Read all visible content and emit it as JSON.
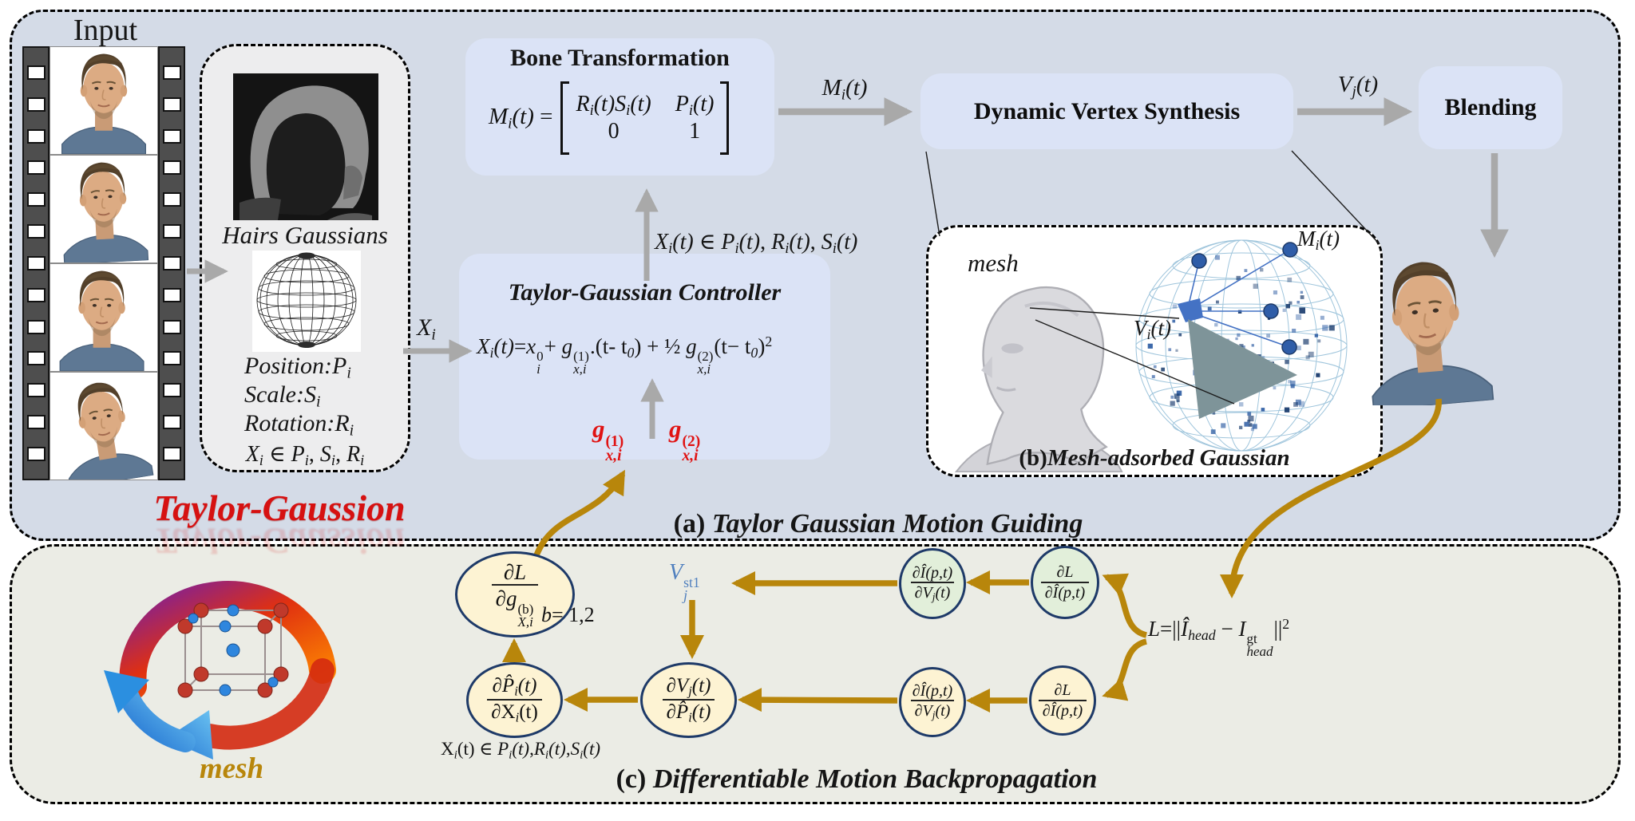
{
  "panel_a": {
    "caption_prefix": "(a)",
    "caption_text": " Taylor Gaussian Motion Guiding",
    "brand": "Taylor-Gaussion",
    "input": {
      "label": "Input"
    },
    "hairs": {
      "title": "Hairs Gaussians",
      "position": [
        [
          "i",
          "Position:P"
        ],
        [
          "d",
          "i"
        ]
      ],
      "scale": [
        [
          "i",
          "Scale:S"
        ],
        [
          "d",
          "i"
        ]
      ],
      "rotation": [
        [
          "i",
          "Rotation:R"
        ],
        [
          "d",
          "i"
        ]
      ],
      "membership": [
        [
          "i",
          "X"
        ],
        [
          "d",
          "i"
        ],
        [
          "n",
          " ∈ "
        ],
        [
          "i",
          "P"
        ],
        [
          "d",
          "i"
        ],
        [
          "n",
          ", "
        ],
        [
          "i",
          "S"
        ],
        [
          "d",
          "i"
        ],
        [
          "n",
          ", "
        ],
        [
          "i",
          "R"
        ],
        [
          "d",
          "i"
        ]
      ]
    },
    "bone": {
      "title": "Bone Transformation",
      "lhs": [
        [
          "i",
          "M"
        ],
        [
          "d",
          "i"
        ],
        [
          "i",
          "(t)"
        ],
        [
          "n",
          " ="
        ]
      ],
      "m00": [
        [
          "i",
          "R"
        ],
        [
          "d",
          "i"
        ],
        [
          "i",
          "(t)S"
        ],
        [
          "d",
          "i"
        ],
        [
          "i",
          "(t)"
        ]
      ],
      "m01": [
        [
          "i",
          "P"
        ],
        [
          "d",
          "i"
        ],
        [
          "i",
          "(t)"
        ]
      ],
      "m10": [
        [
          "n",
          "0"
        ]
      ],
      "m11": [
        [
          "n",
          "1"
        ]
      ]
    },
    "controller": {
      "title": "Taylor-Gaussian Controller",
      "formula": [
        [
          "i",
          "X"
        ],
        [
          "d",
          "i"
        ],
        [
          "i",
          "(t)"
        ],
        [
          "n",
          "="
        ],
        [
          "i",
          "x"
        ],
        [
          "s",
          "0|i"
        ],
        [
          "n",
          "+ "
        ],
        [
          "i",
          "g"
        ],
        [
          "s",
          "(1)|x,i"
        ],
        [
          "n",
          ".(t- t"
        ],
        [
          "d",
          "0"
        ],
        [
          "n",
          ") + ½ "
        ],
        [
          "i",
          "g"
        ],
        [
          "s",
          "(2)|x,i"
        ],
        [
          "n",
          "(t− t"
        ],
        [
          "d",
          "0"
        ],
        [
          "n",
          ")"
        ],
        [
          "u",
          "2"
        ]
      ],
      "grad1": [
        [
          "i",
          "g"
        ],
        [
          "s",
          "(1)|x,i"
        ]
      ],
      "grad2": [
        [
          "i",
          "g"
        ],
        [
          "s",
          "(2)|x,i"
        ]
      ]
    },
    "labels": {
      "xi": [
        [
          "i",
          "X"
        ],
        [
          "d",
          "i"
        ]
      ],
      "mit": [
        [
          "i",
          "M"
        ],
        [
          "d",
          "i"
        ],
        [
          "i",
          "(t)"
        ]
      ],
      "vjt": [
        [
          "i",
          "V"
        ],
        [
          "d",
          "j"
        ],
        [
          "i",
          "(t)"
        ]
      ],
      "xit_membership": [
        [
          "i",
          "X"
        ],
        [
          "d",
          "i"
        ],
        [
          "i",
          "(t)"
        ],
        [
          "n",
          " ∈ "
        ],
        [
          "i",
          "P"
        ],
        [
          "d",
          "i"
        ],
        [
          "i",
          "(t)"
        ],
        [
          "n",
          ", "
        ],
        [
          "i",
          "R"
        ],
        [
          "d",
          "i"
        ],
        [
          "i",
          "(t)"
        ],
        [
          "n",
          ", "
        ],
        [
          "i",
          "S"
        ],
        [
          "d",
          "i"
        ],
        [
          "i",
          "(t)"
        ]
      ]
    },
    "dynamic": {
      "title": "Dynamic Vertex Synthesis"
    },
    "blending": {
      "title": "Blending"
    },
    "inset": {
      "mesh_label": "mesh",
      "mit": [
        [
          "i",
          "M"
        ],
        [
          "d",
          "i"
        ],
        [
          "i",
          "(t)"
        ]
      ],
      "vit": [
        [
          "i",
          "V"
        ],
        [
          "d",
          "i"
        ],
        [
          "i",
          "(t)"
        ]
      ],
      "caption_prefix": "(b)",
      "caption_text": "Mesh-adsorbed Gaussian"
    }
  },
  "panel_c": {
    "caption_prefix": "(c)",
    "caption_text": " Differentiable Motion Backpropagation",
    "mesh_label": "mesh",
    "b_values": [
      [
        "i",
        "b"
      ],
      [
        "n",
        "= 1,2"
      ]
    ],
    "vj_st1": [
      [
        "i",
        "V"
      ],
      [
        "s",
        "st1|j"
      ]
    ],
    "xit_membership": [
      [
        "n",
        "X"
      ],
      [
        "d",
        "i"
      ],
      [
        "n",
        "(t) ∈ "
      ],
      [
        "i",
        "P"
      ],
      [
        "d",
        "i"
      ],
      [
        "i",
        "(t)"
      ],
      [
        "n",
        ","
      ],
      [
        "i",
        "R"
      ],
      [
        "d",
        "i"
      ],
      [
        "i",
        "(t)"
      ],
      [
        "n",
        ","
      ],
      [
        "i",
        "S"
      ],
      [
        "d",
        "i"
      ],
      [
        "i",
        "(t)"
      ]
    ],
    "loss": [
      [
        "i",
        "L"
      ],
      [
        "n",
        "=||"
      ],
      [
        "i",
        "Î"
      ],
      [
        "d",
        "head"
      ],
      [
        "n",
        " − "
      ],
      [
        "i",
        "I"
      ],
      [
        "s",
        "gt|head"
      ],
      [
        "n",
        "||"
      ],
      [
        "u",
        "2"
      ]
    ],
    "nodes": {
      "dldg": {
        "num": [
          [
            "i",
            "∂L"
          ]
        ],
        "den": [
          [
            "i",
            "∂g"
          ],
          [
            "s",
            "(b)|X,i"
          ]
        ]
      },
      "dpdx": {
        "num": [
          [
            "i",
            "∂P̂"
          ],
          [
            "d",
            "i"
          ],
          [
            "i",
            "(t)"
          ]
        ],
        "den": [
          [
            "n",
            "∂X"
          ],
          [
            "d",
            "i"
          ],
          [
            "n",
            "(t)"
          ]
        ]
      },
      "dvdp": {
        "num": [
          [
            "i",
            "∂V"
          ],
          [
            "d",
            "j"
          ],
          [
            "i",
            "(t)"
          ]
        ],
        "den": [
          [
            "i",
            "∂P̂"
          ],
          [
            "d",
            "i"
          ],
          [
            "i",
            "(t)"
          ]
        ]
      },
      "didv_top": {
        "num": [
          [
            "i",
            "∂Î(p,t)"
          ]
        ],
        "den": [
          [
            "i",
            "∂V"
          ],
          [
            "d",
            "j"
          ],
          [
            "i",
            "(t)"
          ]
        ]
      },
      "dldi_top": {
        "num": [
          [
            "i",
            "∂L"
          ]
        ],
        "den": [
          [
            "i",
            "∂Î(p,t)"
          ]
        ]
      },
      "didv_bot": {
        "num": [
          [
            "i",
            "∂Î(p,t)"
          ]
        ],
        "den": [
          [
            "i",
            "∂V"
          ],
          [
            "d",
            "j"
          ],
          [
            "i",
            "(t)"
          ]
        ]
      },
      "dldi_bot": {
        "num": [
          [
            "i",
            "∂L"
          ]
        ],
        "den": [
          [
            "i",
            "∂Î(p,t)"
          ]
        ]
      }
    }
  },
  "colors": {
    "gold_arrow": "#b8860b",
    "red_accent": "#d61111",
    "blue_label": "#4f7fbe",
    "panel_a_bg": "#d4dbe7",
    "panel_c_bg": "#ebece5",
    "box_blue": "#dbe3f6",
    "node_cream": "#fdf3d3",
    "node_green": "#e2efda",
    "node_border": "#1e3a68"
  }
}
